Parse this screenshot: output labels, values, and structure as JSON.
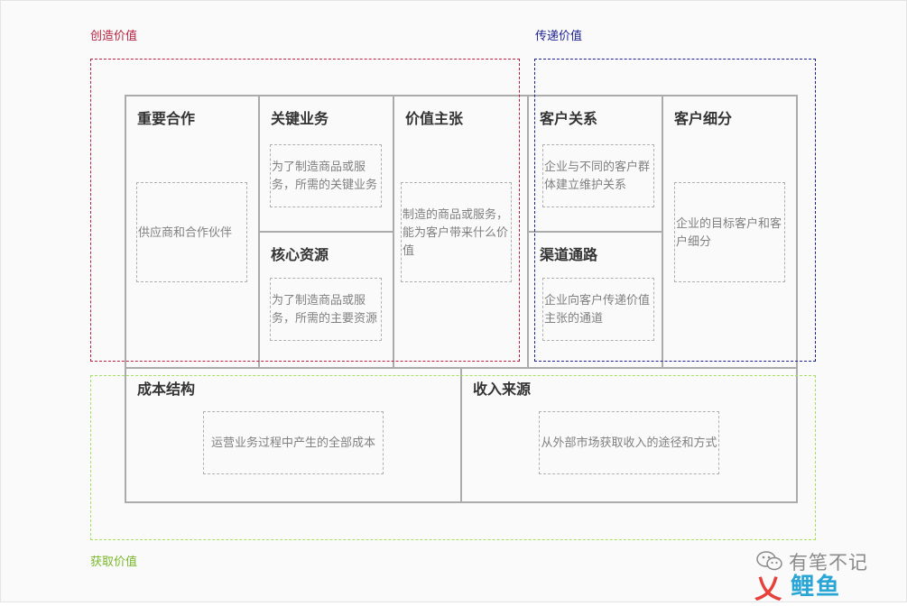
{
  "groups": {
    "create": {
      "label": "创造价值",
      "color": "#b7213f"
    },
    "deliver": {
      "label": "传递价值",
      "color": "#1b1f8f"
    },
    "capture": {
      "label": "获取价值",
      "color": "#79b82a"
    }
  },
  "colors": {
    "grid": "#ababab",
    "note_border": "#b0b0b0",
    "title": "#333333",
    "note_text": "#808080"
  },
  "cells": {
    "key_partners": {
      "title": "重要合作",
      "note": "供应商和合作伙伴"
    },
    "key_activities": {
      "title": "关键业务",
      "note": "为了制造商品或服务，所需的关键业务"
    },
    "key_resources": {
      "title": "核心资源",
      "note": "为了制造商品或服务，所需的主要资源"
    },
    "value_propositions": {
      "title": "价值主张",
      "note": "制造的商品或服务，能为客户带来什么价值"
    },
    "customer_relationships": {
      "title": "客户关系",
      "note": "企业与不同的客户群体建立维护关系"
    },
    "channels": {
      "title": "渠道通路",
      "note": "企业向客户传递价值主张的通道"
    },
    "customer_segments": {
      "title": "客户细分",
      "note": "企业的目标客户和客户细分"
    },
    "cost_structure": {
      "title": "成本结构",
      "note": "运营业务过程中产生的全部成本"
    },
    "revenue_streams": {
      "title": "收入来源",
      "note": "从外部市场获取收入的途径和方式"
    }
  },
  "watermark": {
    "line1": "有笔不记",
    "line2": "鲤鱼",
    "mark": "乂",
    "icon": "wechat-icon"
  }
}
